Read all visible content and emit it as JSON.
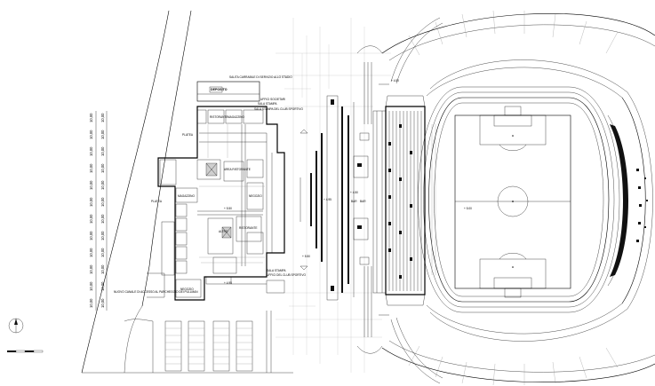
{
  "labels": {
    "top_left_label": "DEPOSITO",
    "top_note_1": "SALITA CARRABILE DI SERVIZIO ALLO STADIO",
    "top_note_2": "UFFICI SOCIETARI",
    "top_note_3": "SALA STAMPA",
    "top_note_4": "SALA STAMPA DEL CLUB SPORTIVO",
    "plan_label_1": "RISTORANTE",
    "plan_label_2": "MAGAZZINO",
    "plan_label_3": "AREA RISTORANTE",
    "plan_label_4": "MAGAZZINO",
    "plan_label_5": "NEGOZIO",
    "plan_label_6": "ALTRO",
    "plan_label_7": "RISTORANTE",
    "plan_label_8": "NEGOZIO",
    "plan_label_9": "PLATEA",
    "bottom_note_1": "SALA STAMPA",
    "bottom_note_2": "UFFICI DEL CLUB SPORTIVO",
    "left_note_1": "NUOVO CANALE DI ACCESSO AL PARCHEGGIO DEI PULLMAN",
    "left_note_2": "PLATEA",
    "center_label_1": "BAR",
    "center_label_2": "BAR",
    "level_1": "+ 5.50",
    "level_2": "+ 4.95",
    "level_3": "+ 4.95",
    "level_4": "+ 5.50",
    "level_5": "+ 4.50",
    "level_6": "+ 4.50",
    "level_7": "+ 5.00"
  },
  "dimensions": {
    "left_column": [
      "10,00",
      "10,00",
      "10,00",
      "10,00",
      "10,00",
      "10,00",
      "10,00",
      "10,00",
      "10,00",
      "10,00",
      "10,00",
      "10,00"
    ],
    "right_column": [
      "10,00",
      "10,00",
      "10,00",
      "10,00",
      "10,00",
      "10,00",
      "10,00",
      "10,00",
      "10,00",
      "10,00",
      "10,00",
      "10,00"
    ]
  },
  "icons": {
    "north": "north-arrow-icon",
    "scale": "scale-bar-icon"
  }
}
